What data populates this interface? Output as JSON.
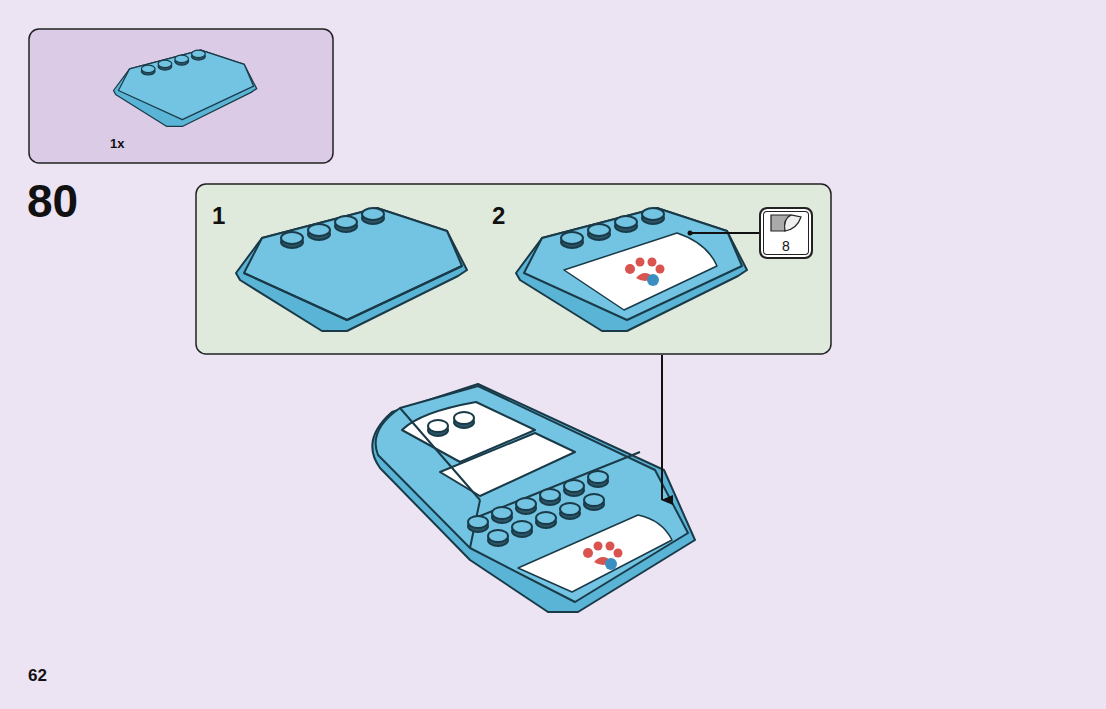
{
  "diagram": {
    "nodes": [
      {
        "text": [
          "1x"
        ]
      },
      {
        "text": [
          "1",
          "2"
        ]
      },
      {
        "text": [
          "8"
        ],
        "in": 1
      }
    ],
    "labels": [
      "80",
      "62"
    ]
  }
}
